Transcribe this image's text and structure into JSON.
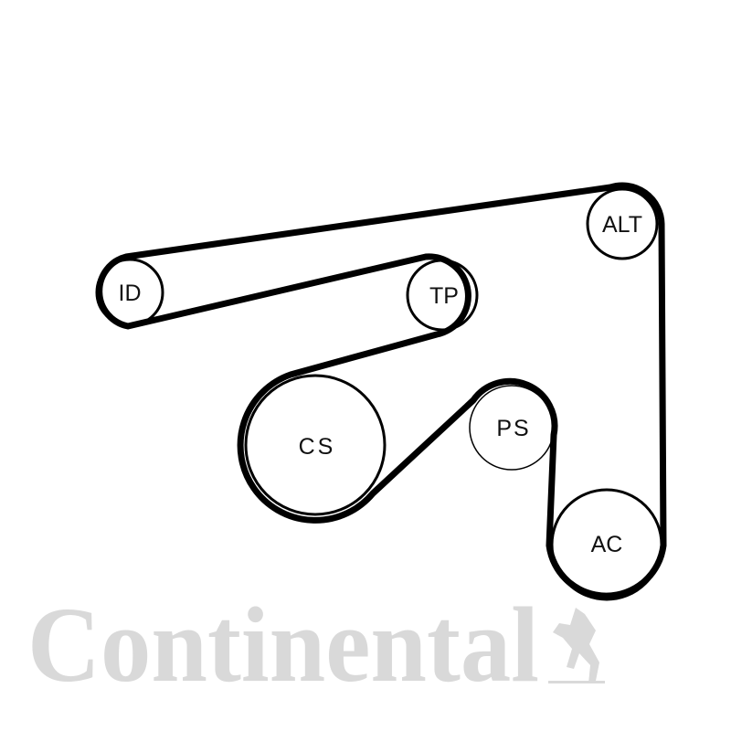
{
  "watermark": {
    "brand": "Continental"
  },
  "pulleys": {
    "alt": {
      "label": "ALT"
    },
    "id": {
      "label": "ID"
    },
    "tp": {
      "label": "TP"
    },
    "cs": {
      "label": "CS"
    },
    "ps": {
      "label": "PS"
    },
    "ac": {
      "label": "AC"
    }
  },
  "colors": {
    "belt": "#000000",
    "watermark": "#d9d9d9"
  }
}
